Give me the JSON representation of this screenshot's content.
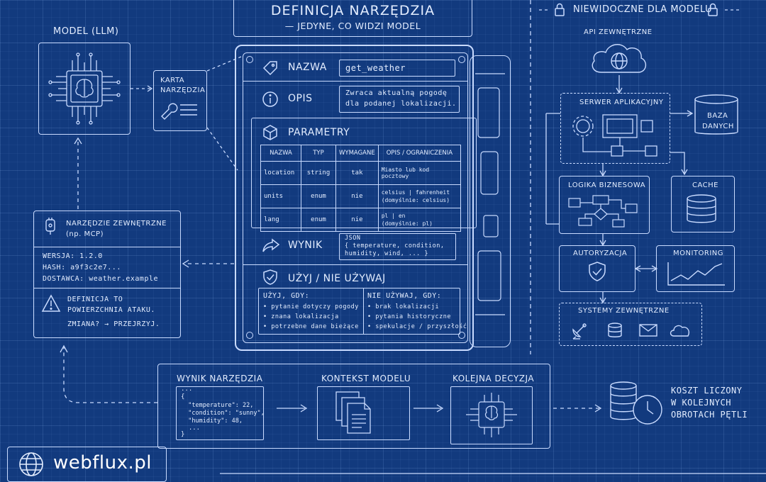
{
  "title": {
    "main": "DEFINICJA NARZĘDZIA",
    "sub": "— JEDYNE, CO WIDZI MODEL"
  },
  "invisible_header": "NIEWIDOCZNE DLA MODELU",
  "model": {
    "label": "MODEL (LLM)"
  },
  "tool_card": {
    "line1": "KARTA",
    "line2": "NARZĘDZIA"
  },
  "definition": {
    "name_label": "NAZWA",
    "name_value": "get_weather",
    "desc_label": "OPIS",
    "desc_line1": "Zwraca aktualną pogodę",
    "desc_line2": "dla podanej lokalizacji.",
    "params_label": "PARAMETRY",
    "params_table": {
      "headers": [
        "NAZWA",
        "TYP",
        "WYMAGANE",
        "OPIS / OGRANICZENIA"
      ],
      "rows": [
        {
          "name": "location",
          "type": "string",
          "required": "tak",
          "desc1": "Miasto lub kod pocztowy",
          "desc2": ""
        },
        {
          "name": "units",
          "type": "enum",
          "required": "nie",
          "desc1": "celsius | fahrenheit",
          "desc2": "(domyślnie: celsius)"
        },
        {
          "name": "lang",
          "type": "enum",
          "required": "nie",
          "desc1": "pl | en",
          "desc2": "(domyślnie: pl)"
        }
      ]
    },
    "result_label": "WYNIK",
    "result_line1": "JSON",
    "result_line2": "{ temperature, condition,",
    "result_line3": "  humidity, wind, ... }",
    "use_label": "UŻYJ / NIE UŻYWAJ",
    "use_title": "UŻYJ, GDY:",
    "use_items": [
      "• pytanie dotyczy pogody",
      "• znana lokalizacja",
      "• potrzebne dane bieżące"
    ],
    "nouse_title": "NIE UŻYWAJ, GDY:",
    "nouse_items": [
      "• brak lokalizacji",
      "• pytania historyczne",
      "• spekulacje / przyszłość"
    ]
  },
  "external_tool": {
    "title1": "NARZĘDZIE ZEWNĘTRZNE",
    "title2": "(np. MCP)",
    "version": "WERSJA: 1.2.0",
    "hash": "HASH: a9f3c2e7...",
    "provider": "DOSTAWCA: weather.example",
    "warn1": "DEFINICJA TO",
    "warn2": "POWIERZCHNIA ATAKU.",
    "warn3": "ZMIANA? → PRZEJRZYJ."
  },
  "backend": {
    "api": "API ZEWNĘTRZNE",
    "server": "SERWER APLIKACYJNY",
    "db_line1": "BAZA",
    "db_line2": "DANYCH",
    "logic": "LOGIKA BIZNESOWA",
    "cache": "CACHE",
    "auth": "AUTORYZACJA",
    "monitoring": "MONITORING",
    "external_systems": "SYSTEMY ZEWNĘTRZNE"
  },
  "flow": {
    "result_title": "WYNIK NARZĘDZIA",
    "code_lines": [
      "...",
      "{",
      "  \"temperature\": 22,",
      "  \"condition\": \"sunny\",",
      "  \"humidity\": 48,",
      "  ...",
      "}"
    ],
    "context_title": "KONTEKST MODELU",
    "decision_title": "KOLEJNA DECYZJA",
    "cost1": "KOSZT LICZONY",
    "cost2": "W KOLEJNYCH",
    "cost3": "OBROTACH PĘTLI"
  },
  "brand": "webflux.pl"
}
